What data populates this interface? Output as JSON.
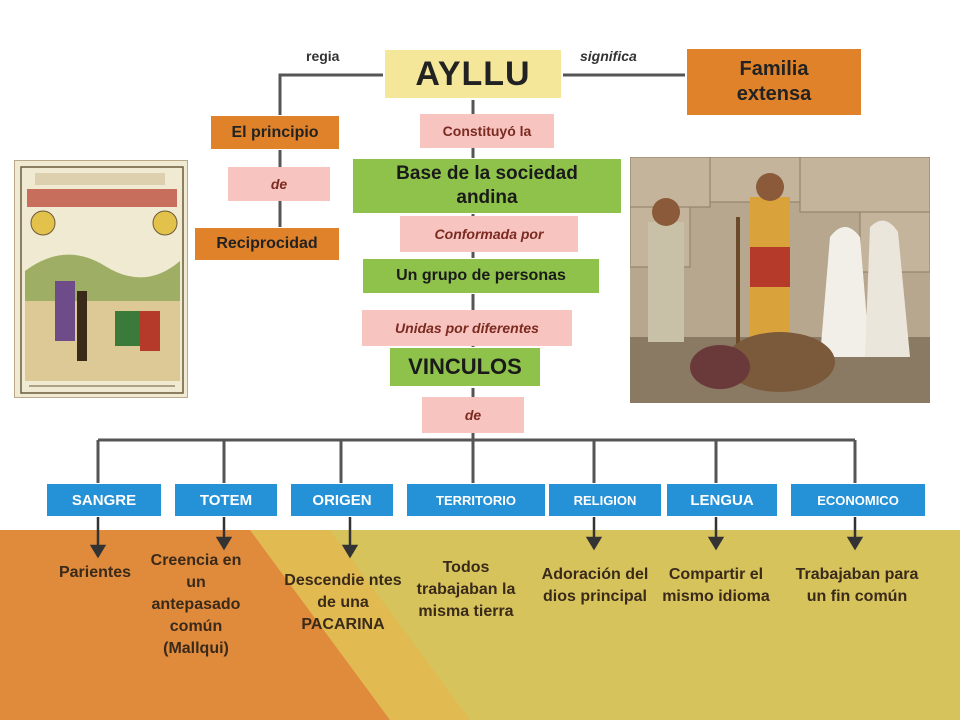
{
  "labels": {
    "regia": "regia",
    "significa": "significa"
  },
  "nodes": {
    "ayllu": "AYLLU",
    "familia": "Familia extensa",
    "principio": "El principio",
    "de1": "de",
    "reciprocidad": "Reciprocidad",
    "constituyo": "Constituyó la",
    "base": "Base de la sociedad andina",
    "conformada": "Conformada por",
    "grupo": "Un grupo de personas",
    "unidas": "Unidas por diferentes",
    "vinculos": "VINCULOS",
    "de2": "de"
  },
  "categories": [
    {
      "label": "SANGRE",
      "desc": "Parientes"
    },
    {
      "label": "TOTEM",
      "desc": "Creencia en un antepasado común (Mallqui)"
    },
    {
      "label": "ORIGEN",
      "desc": "Descendie ntes de una PACARINA"
    },
    {
      "label": "TERRITORIO",
      "desc": "Todos trabajaban la misma tierra"
    },
    {
      "label": "RELIGION",
      "desc": "Adoración del dios principal"
    },
    {
      "label": "LENGUA",
      "desc": "Compartir el mismo idioma"
    },
    {
      "label": "ECONOMICO",
      "desc": "Trabajaban para un fin común"
    }
  ],
  "colors": {
    "orange": "#e0822a",
    "pink": "#f7c4c0",
    "green": "#8ec24a",
    "yellow": "#f5e79a",
    "blue": "#2591d6",
    "olive": "#d9c25a"
  }
}
